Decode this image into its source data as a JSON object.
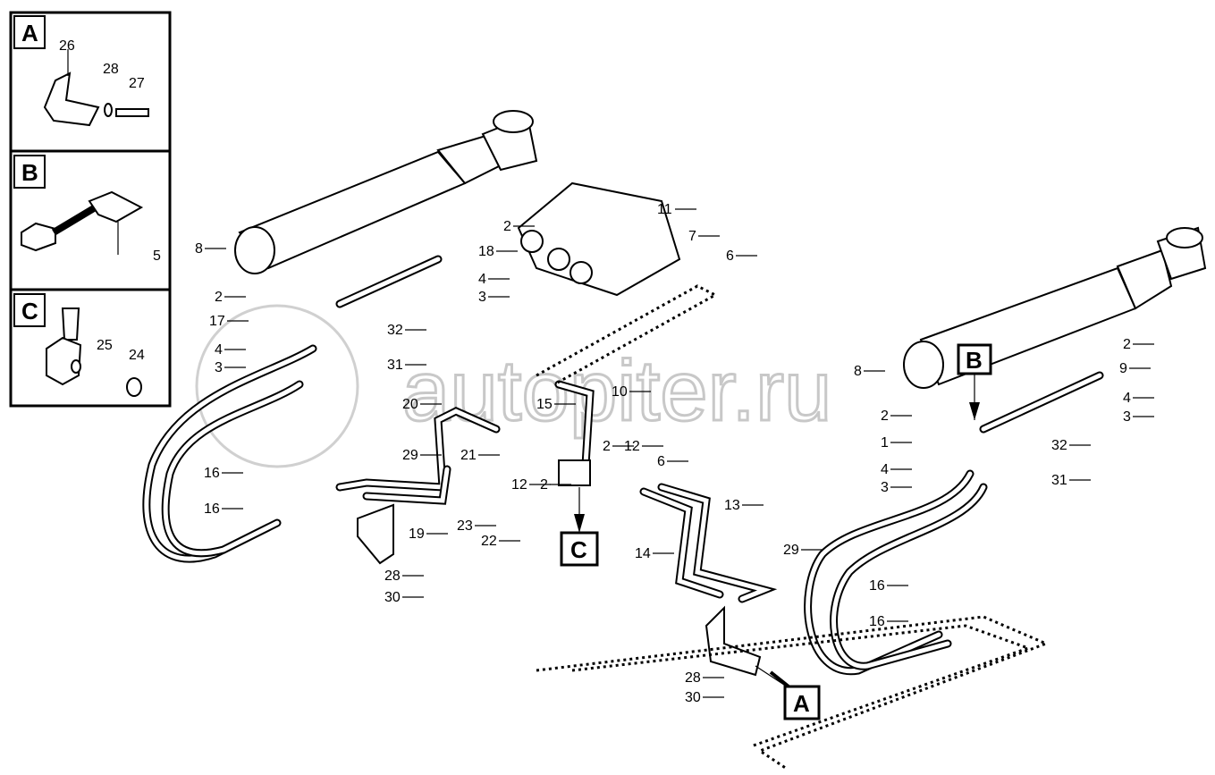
{
  "watermark": "autopiter.ru",
  "insets": [
    {
      "letter": "A",
      "labels": [
        "26",
        "28",
        "27"
      ]
    },
    {
      "letter": "B",
      "labels": [
        "5"
      ]
    },
    {
      "letter": "C",
      "labels": [
        "25",
        "24"
      ]
    }
  ],
  "callouts": [
    "C",
    "A",
    "B"
  ],
  "labels": [
    "8",
    "2",
    "17",
    "4",
    "3",
    "2",
    "18",
    "4",
    "3",
    "32",
    "31",
    "11",
    "7",
    "6",
    "10",
    "15",
    "16",
    "16",
    "20",
    "21",
    "29",
    "19",
    "28",
    "30",
    "23",
    "22",
    "12",
    "2",
    "2",
    "12",
    "6",
    "13",
    "14",
    "29",
    "28",
    "30",
    "8",
    "2",
    "1",
    "4",
    "3",
    "2",
    "9",
    "4",
    "3",
    "32",
    "31",
    "16",
    "16"
  ]
}
